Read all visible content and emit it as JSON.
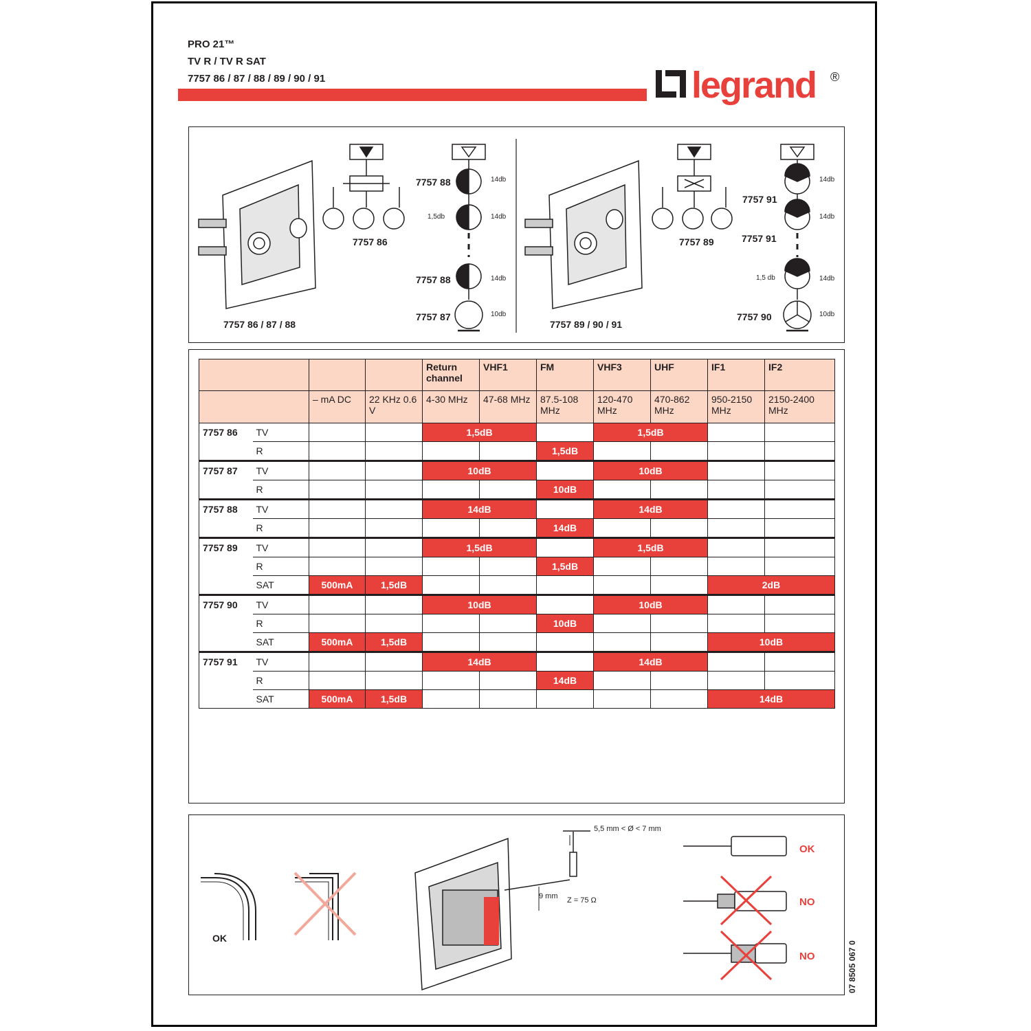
{
  "header": {
    "line1": "PRO 21™",
    "line2": "TV R / TV R SAT",
    "line3": "7757 86 / 87 / 88 / 89 / 90 / 91",
    "brand": "legrand",
    "registered": "®"
  },
  "diagrams": {
    "left": {
      "device_label": "7757 86 / 87 / 88",
      "splitter_label": "7757 86",
      "chain": [
        {
          "code": "7757 88",
          "loss": "14db"
        },
        {
          "code": "",
          "loss": "14db",
          "note": "1,5db"
        },
        {
          "code": "7757 88",
          "loss": "14db"
        },
        {
          "code": "7757 87",
          "loss": "10db"
        }
      ]
    },
    "right": {
      "device_label": "7757 89 / 90 / 91",
      "splitter_label": "7757 89",
      "chain": [
        {
          "code": "7757 91",
          "loss": "14db"
        },
        {
          "code": "7757 91",
          "loss": "14db"
        },
        {
          "code": "",
          "loss": "14db",
          "note": "1,5 db"
        },
        {
          "code": "7757 90",
          "loss": "10db"
        }
      ]
    }
  },
  "table": {
    "head1": [
      "",
      "",
      "",
      "Return channel",
      "VHF1",
      "FM",
      "VHF3",
      "UHF",
      "IF1",
      "IF2"
    ],
    "head2": [
      "",
      "– mA DC",
      "22 KHz 0.6 V",
      "4-30 MHz",
      "47-68 MHz",
      "87.5-108 MHz",
      "120-470 MHz",
      "470-862 MHz",
      "950-2150 MHz",
      "2150-2400 MHz"
    ],
    "products": [
      {
        "code": "7757 86",
        "rows": [
          {
            "sub": "TV",
            "dc": "",
            "khz": "",
            "ret_vhf1": "1,5dB",
            "fm": "",
            "vhf3_uhf": "1,5dB",
            "if": ""
          },
          {
            "sub": "R",
            "dc": "",
            "khz": "",
            "ret_vhf1": "",
            "fm": "1,5dB",
            "vhf3_uhf": "",
            "if": ""
          }
        ]
      },
      {
        "code": "7757 87",
        "rows": [
          {
            "sub": "TV",
            "dc": "",
            "khz": "",
            "ret_vhf1": "10dB",
            "fm": "",
            "vhf3_uhf": "10dB",
            "if": ""
          },
          {
            "sub": "R",
            "dc": "",
            "khz": "",
            "ret_vhf1": "",
            "fm": "10dB",
            "vhf3_uhf": "",
            "if": ""
          }
        ]
      },
      {
        "code": "7757 88",
        "rows": [
          {
            "sub": "TV",
            "dc": "",
            "khz": "",
            "ret_vhf1": "14dB",
            "fm": "",
            "vhf3_uhf": "14dB",
            "if": ""
          },
          {
            "sub": "R",
            "dc": "",
            "khz": "",
            "ret_vhf1": "",
            "fm": "14dB",
            "vhf3_uhf": "",
            "if": ""
          }
        ]
      },
      {
        "code": "7757 89",
        "rows": [
          {
            "sub": "TV",
            "dc": "",
            "khz": "",
            "ret_vhf1": "1,5dB",
            "fm": "",
            "vhf3_uhf": "1,5dB",
            "if": ""
          },
          {
            "sub": "R",
            "dc": "",
            "khz": "",
            "ret_vhf1": "",
            "fm": "1,5dB",
            "vhf3_uhf": "",
            "if": ""
          },
          {
            "sub": "SAT",
            "dc": "500mA",
            "khz": "1,5dB",
            "ret_vhf1": "",
            "fm": "",
            "vhf3_uhf": "",
            "if": "2dB"
          }
        ]
      },
      {
        "code": "7757 90",
        "rows": [
          {
            "sub": "TV",
            "dc": "",
            "khz": "",
            "ret_vhf1": "10dB",
            "fm": "",
            "vhf3_uhf": "10dB",
            "if": ""
          },
          {
            "sub": "R",
            "dc": "",
            "khz": "",
            "ret_vhf1": "",
            "fm": "10dB",
            "vhf3_uhf": "",
            "if": ""
          },
          {
            "sub": "SAT",
            "dc": "500mA",
            "khz": "1,5dB",
            "ret_vhf1": "",
            "fm": "",
            "vhf3_uhf": "",
            "if": "10dB"
          }
        ]
      },
      {
        "code": "7757 91",
        "rows": [
          {
            "sub": "TV",
            "dc": "",
            "khz": "",
            "ret_vhf1": "14dB",
            "fm": "",
            "vhf3_uhf": "14dB",
            "if": ""
          },
          {
            "sub": "R",
            "dc": "",
            "khz": "",
            "ret_vhf1": "",
            "fm": "14dB",
            "vhf3_uhf": "",
            "if": ""
          },
          {
            "sub": "SAT",
            "dc": "500mA",
            "khz": "1,5dB",
            "ret_vhf1": "",
            "fm": "",
            "vhf3_uhf": "",
            "if": "14dB"
          }
        ]
      }
    ]
  },
  "install": {
    "bend_ok": "OK",
    "diameter": "5,5 mm < Ø < 7 mm",
    "strip": "9 mm",
    "impedance": "Z = 75 Ω",
    "cable_ok": "OK",
    "cable_no1": "NO",
    "cable_no2": "NO"
  },
  "doc_number": "07 8505 067 0",
  "colors": {
    "accent": "#e8413c",
    "header_fill": "#fcd7c6",
    "ink": "#231f20"
  }
}
